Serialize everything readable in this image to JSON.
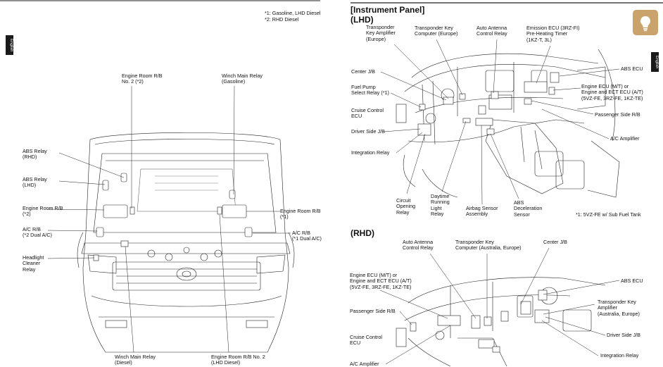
{
  "footnotes_left": {
    "n1": "*1: Gasoline, LHD Diesel",
    "n2": "*2: RHD Diesel"
  },
  "side_tab": "English",
  "engine_room": {
    "engine_rb2": "Engine Room R/B\nNo. 2 (*2)",
    "winch_gas": "Winch Main Relay\n(Gasoline)",
    "abs_rhd": "ABS Relay\n(RHD)",
    "abs_lhd": "ABS Relay\n(LHD)",
    "engine_rb_left": "Engine Room R/B\n(*2)",
    "engine_rb_right": "Engine Room R/B\n(*1)",
    "ac_left": "A/C R/B\n(*2 Dual A/C)",
    "ac_right": "A/C R/B\n(*1 Dual A/C)",
    "headlight": "Headlight\nCleaner\nRelay",
    "winch_diesel": "Winch Main Relay\n(Diesel)",
    "engine_rb2_lhd": "Engine Room R/B No. 2\n(LHD Diesel)"
  },
  "section_title": "[Instrument Panel]",
  "lhd": {
    "heading": "(LHD)",
    "transponder_amp": "Transponder\nKey Amplifier\n(Europe)",
    "transponder_comp": "Transponder Key\nComputer (Europe)",
    "auto_antenna": "Auto Antenna\nControl Relay",
    "emission_ecu": "Emission ECU (3RZ-FI)\nPre-Heating Timer\n(1KZ-T, 3L)",
    "abs_ecu": "ABS ECU",
    "center_jb": "Center J/B",
    "fuel_pump": "Fuel Pump\nSelect Relay (*1)",
    "engine_ecu": "Engine ECU (M/T) or\nEngine and ECT ECU (A/T)\n(5VZ-FE, 3RZ-FE, 1KZ-TE)",
    "cruise": "Cruise Control\nECU",
    "passenger_rb": "Passenger Side R/B",
    "driver_jb": "Driver Side J/B",
    "ac_amp": "A/C Amplifier",
    "integration": "Integration Relay",
    "circuit_opening": "Circuit\nOpening\nRelay",
    "daytime": "Daytime\nRunning\nLight\nRelay",
    "airbag": "Airbag Sensor\nAssembly",
    "abs_decel": "ABS\nDeceleration\nSensor",
    "footnote": "*1: 5VZ-FE w/ Sub Fuel Tank"
  },
  "rhd": {
    "heading": "(RHD)",
    "auto_antenna": "Auto Antenna\nControl Relay",
    "transponder_comp": "Transponder Key\nComputer (Australia, Europe)",
    "center_jb": "Center J/B",
    "engine_ecu": "Engine ECU (M/T) or\nEngine and ECT ECU (A/T)\n(5VZ-FE, 3RZ-FE, 1KZ-TE)",
    "abs_ecu": "ABS ECU",
    "transponder_amp": "Transponder Key\nAmplifier\n(Australia, Europe)",
    "passenger_rb": "Passenger Side R/B",
    "driver_jb": "Driver Side J/B",
    "cruise": "Cruise Control\nECU",
    "integration": "Integration Relay",
    "ac_amp": "A/C Amplifier"
  },
  "icons": {
    "hint": "lightbulb-icon"
  },
  "colors": {
    "accent": "#c9a36b"
  }
}
